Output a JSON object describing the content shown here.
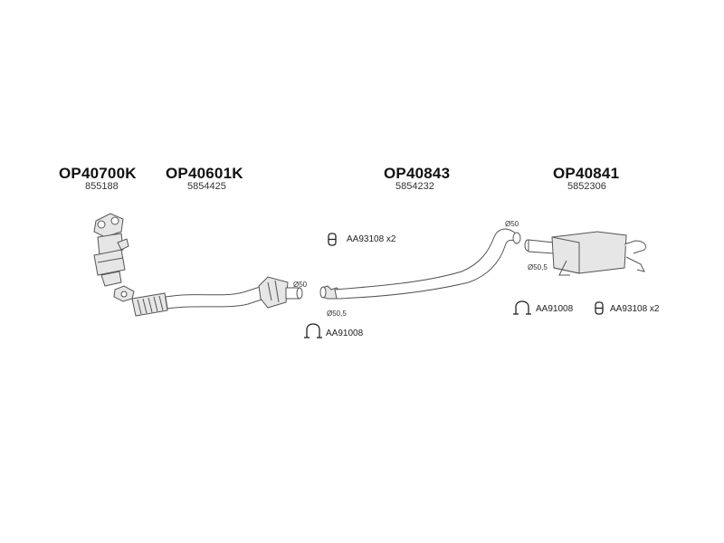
{
  "parts": [
    {
      "code": "OP40700K",
      "ref": "855188"
    },
    {
      "code": "OP40601K",
      "ref": "5854425"
    },
    {
      "code": "OP40843",
      "ref": "5854232"
    },
    {
      "code": "OP40841",
      "ref": "5852306"
    }
  ],
  "hardware": [
    {
      "label": "AA93108 x2",
      "icon": "rubber-mount-icon"
    },
    {
      "label": "AA91008",
      "icon": "pipe-clamp-icon"
    },
    {
      "label": "AA91008",
      "icon": "pipe-clamp-icon"
    },
    {
      "label": "AA93108 x2",
      "icon": "rubber-mount-icon"
    }
  ],
  "dimensions": [
    "Ø50",
    "Ø50,5",
    "Ø50",
    "Ø50,5"
  ],
  "colors": {
    "line": "#555555",
    "fill": "#e6e6e6",
    "text": "#111111"
  }
}
